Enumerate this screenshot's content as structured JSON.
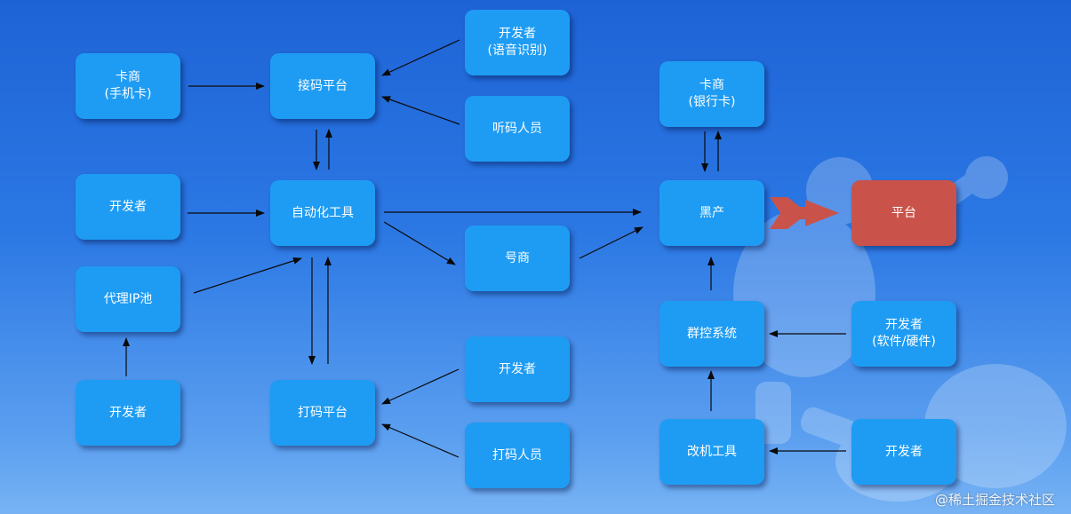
{
  "colors": {
    "node_fill": "#1e9cf3",
    "platform_fill": "#c9534a",
    "edge": "#0a0a0a",
    "background_top": "#1e63d6",
    "background_bottom": "#77b3f4"
  },
  "nodes": {
    "card_dealer_sim": "卡商\n(手机卡)",
    "sms_platform": "接码平台",
    "dev_speech": "开发者\n(语音识别)",
    "code_listener": "听码人员",
    "developer_1": "开发者",
    "automation_tool": "自动化工具",
    "account_dealer": "号商",
    "proxy_ip_pool": "代理IP池",
    "developer_2": "开发者",
    "captcha_platform": "打码平台",
    "developer_3": "开发者",
    "captcha_worker": "打码人员",
    "card_dealer_bank": "卡商\n(银行卡)",
    "black_industry": "黑产",
    "platform": "平台",
    "group_control": "群控系统",
    "dev_sw_hw": "开发者\n(软件/硬件)",
    "device_mod_tool": "改机工具",
    "developer_4": "开发者"
  },
  "watermark": "@稀土掘金技术社区"
}
